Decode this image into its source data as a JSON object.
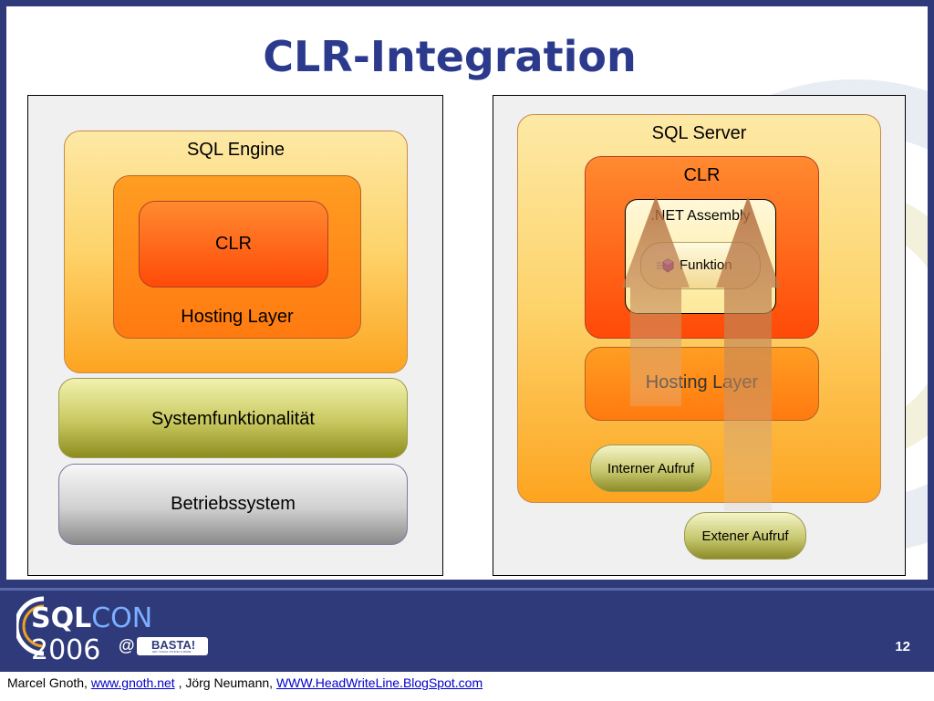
{
  "slide": {
    "title": "CLR-Integration",
    "page_number": "12"
  },
  "left_diagram": {
    "sql_engine": "SQL Engine",
    "clr": "CLR",
    "hosting_layer": "Hosting Layer",
    "systemfunktionalitaet": "Systemfunktionalität",
    "betriebssystem": "Betriebssystem"
  },
  "right_diagram": {
    "sql_server": "SQL Server",
    "clr": "CLR",
    "net_assembly": ".NET Assembly",
    "funktion": "Funktion",
    "hosting_layer": "Hosting Layer",
    "interner_aufruf": "Interner Aufruf",
    "externer_aufruf": "Extener Aufruf"
  },
  "logo": {
    "sql": "SQL",
    "con": "CON",
    "year": "2006",
    "at": "@",
    "basta": "BASTA!",
    "basta_sub": ".NET, VISUAL STUDIO & MORE"
  },
  "footer": {
    "author1": "Marcel Gnoth,",
    "link1": "www.gnoth.net",
    "sep": ", Jörg Neumann,",
    "link2": "WWW.HeadWriteLine.BlogSpot.com"
  },
  "colors": {
    "title": "#2b3a8c",
    "footer_bg": "#2e3a7a",
    "link": "#0000cc"
  }
}
